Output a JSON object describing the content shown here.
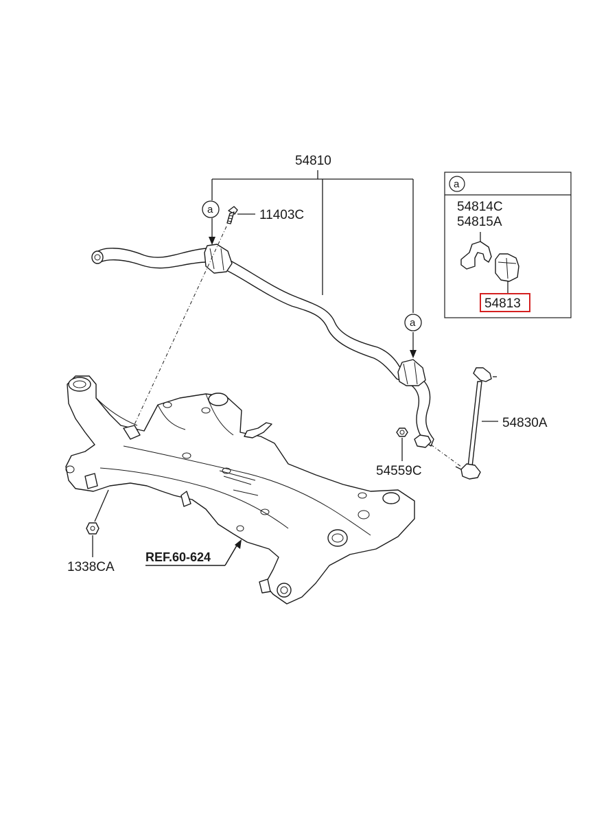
{
  "diagram": {
    "parts": {
      "stabilizer_bar": "54810",
      "bolt": "11403C",
      "bushing_bracket": "54814C",
      "bushing_bracket_2": "54815A",
      "bushing": "54813",
      "link": "54830A",
      "nut": "54559C",
      "crossmember_nut": "1338CA"
    },
    "reference": "REF.60-624",
    "callout_marker": "a",
    "highlight_color": "#d42020"
  }
}
